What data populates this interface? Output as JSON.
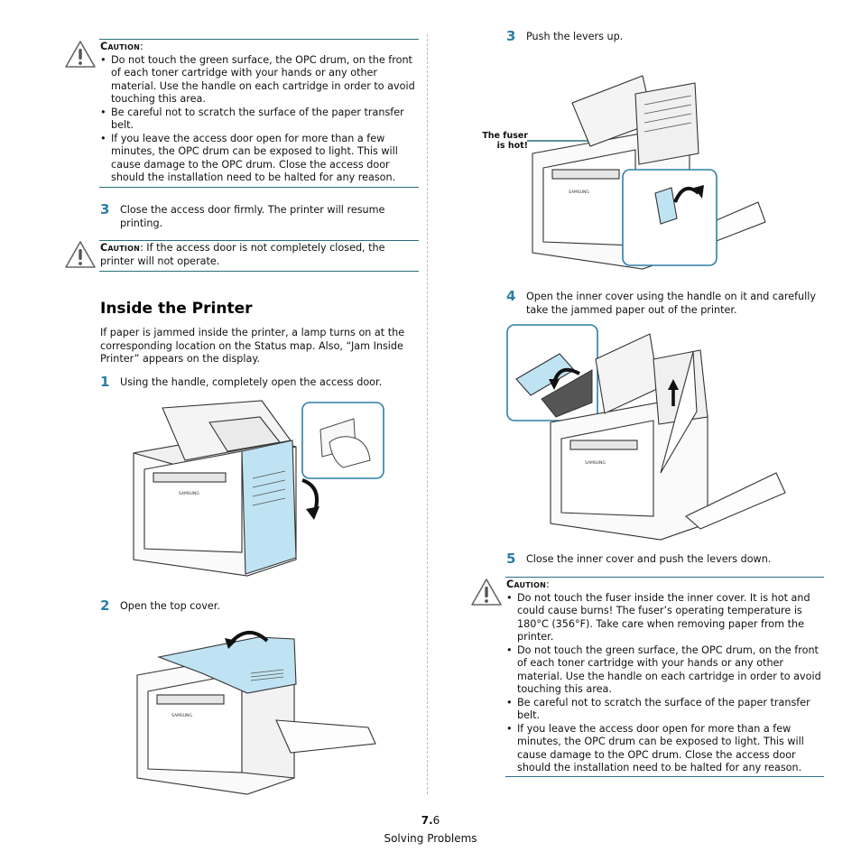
{
  "left": {
    "caution1": {
      "title": "Caution",
      "bullets": [
        "Do not touch the green surface, the OPC drum, on the front of each toner cartridge with your hands or any other material. Use the handle on each cartridge in order to avoid touching this area.",
        "Be careful not to scratch the surface of the paper transfer belt.",
        "If you leave the access door open for more than a few minutes, the OPC drum can be exposed to light. This will cause damage to the OPC drum. Close the access door should the installation need to be halted for any reason."
      ]
    },
    "step3": {
      "num": "3",
      "text": "Close the access door firmly. The printer will resume printing."
    },
    "caution2": {
      "title": "Caution",
      "text": ": If the access door is not completely closed, the printer will not operate."
    },
    "heading": "Inside the Printer",
    "intro": "If paper is jammed inside the printer, a lamp turns on at the corresponding location on the Status map. Also, “Jam Inside Printer” appears on the display.",
    "step1": {
      "num": "1",
      "text": "Using the handle, completely open the access door."
    },
    "step2": {
      "num": "2",
      "text": "Open the top cover."
    },
    "brand": "SAMSUNG"
  },
  "right": {
    "step3": {
      "num": "3",
      "text": "Push the levers up."
    },
    "fuser_label": "The fuser is hot!",
    "step4": {
      "num": "4",
      "text": "Open the inner cover using the handle on it and carefully take the jammed paper out of the printer."
    },
    "step5": {
      "num": "5",
      "text": "Close the inner cover and push the levers down."
    },
    "caution3": {
      "title": "Caution",
      "bullets": [
        "Do not touch the fuser inside the inner cover. It is hot and could cause burns! The fuser’s operating temperature is 180°C (356°F). Take care when removing paper from the printer.",
        "Do not touch the green surface, the OPC drum, on the front of each toner cartridge with your hands or any other material. Use the handle on each cartridge in order to avoid touching this area.",
        "Be careful not to scratch the surface of the paper transfer belt.",
        "If you leave the access door open for more than a few minutes, the OPC drum can be exposed to light. This will cause damage to the OPC drum. Close the access door should the installation need to be halted for any reason."
      ]
    }
  },
  "footer": {
    "page_bold": "7.",
    "page_rest": "6",
    "section": "Solving Problems"
  },
  "colors": {
    "accent": "#2d7fa6",
    "rule": "#2b6f7f",
    "highlight": "#bfe3f2"
  }
}
